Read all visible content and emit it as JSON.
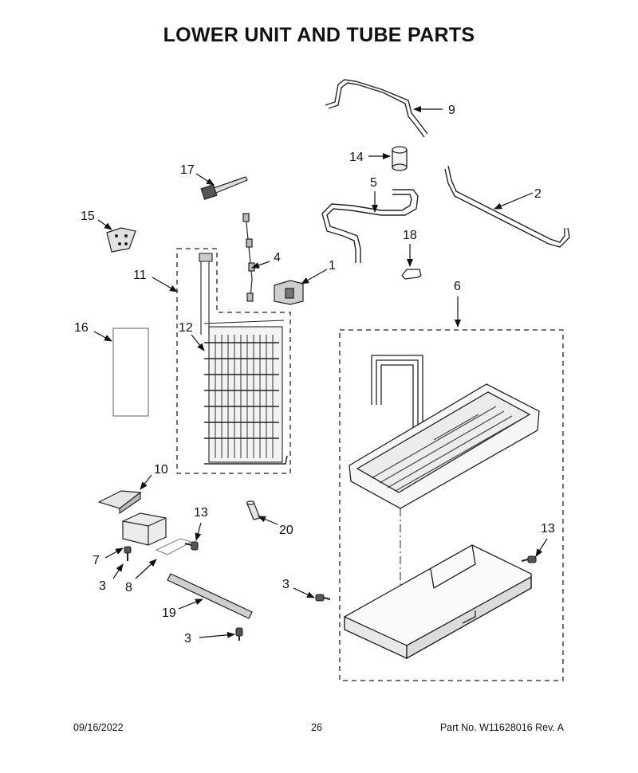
{
  "page": {
    "title": "LOWER UNIT AND TUBE PARTS",
    "footer_date": "09/16/2022",
    "footer_page": "26",
    "footer_part": "Part No.  W11628016  Rev.  A"
  },
  "callouts": {
    "c1": "1",
    "c2": "2",
    "c3a": "3",
    "c3b": "3",
    "c3c": "3",
    "c4": "4",
    "c5": "5",
    "c6": "6",
    "c7": "7",
    "c8": "8",
    "c9": "9",
    "c10": "10",
    "c11": "11",
    "c12": "12",
    "c13a": "13",
    "c13b": "13",
    "c14": "14",
    "c15": "15",
    "c16": "16",
    "c17": "17",
    "c18": "18",
    "c19": "19",
    "c20": "20"
  }
}
